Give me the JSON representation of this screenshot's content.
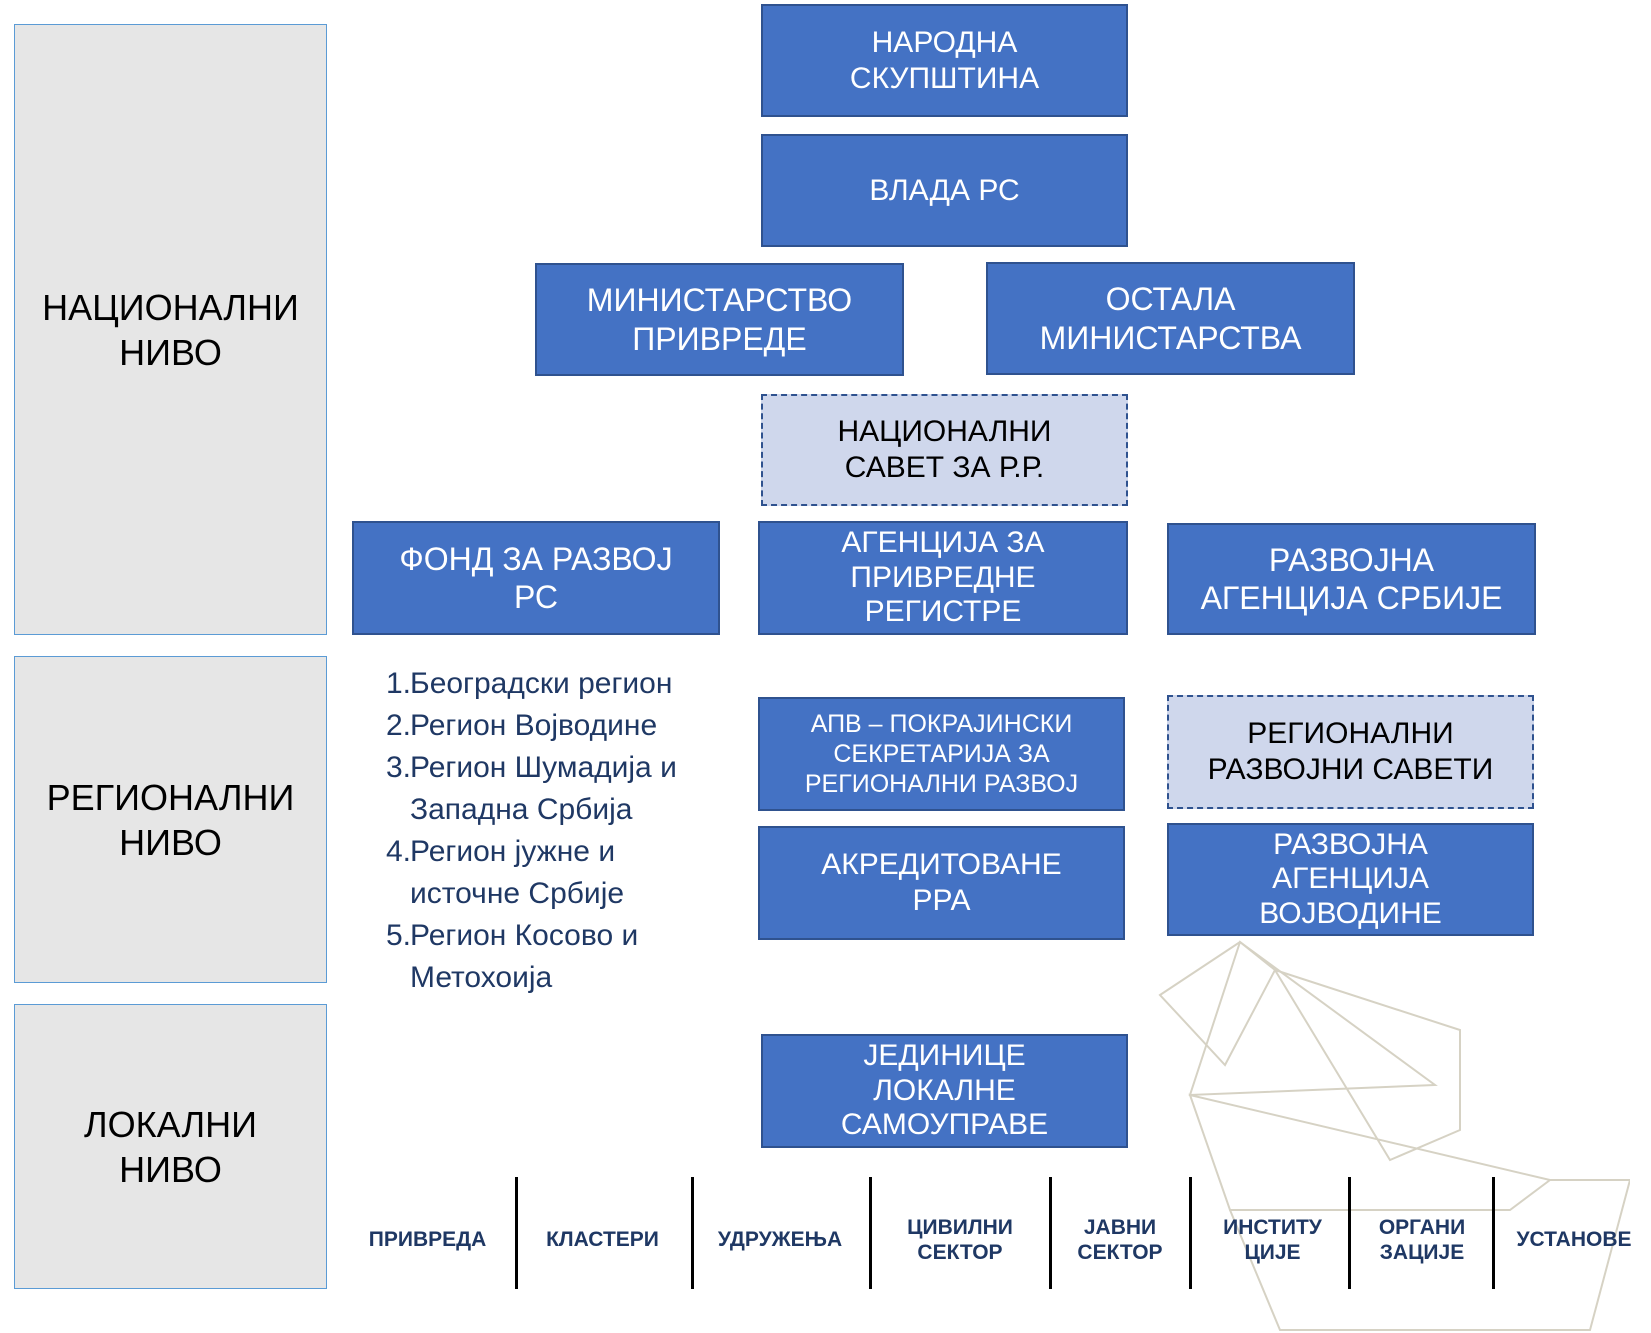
{
  "levels": {
    "national": "НАЦИОНАЛНИ\nНИВО",
    "regional": "РЕГИОНАЛНИ\nНИВО",
    "local": "ЛОКАЛНИ\nНИВО"
  },
  "nodes": {
    "parliament": "НАРОДНА\nСКУПШТИНА",
    "government": "ВЛАДА РС",
    "ministry_economy": "МИНИСТАРСТВО\nПРИВРЕДЕ",
    "other_ministries": "ОСТАЛА\nМИНИСТАРСТВА",
    "national_council": "НАЦИОНАЛНИ\nСАВЕТ ЗА Р.Р.",
    "development_fund": "ФОНД ЗА РАЗВОЈ\nРС",
    "business_registers_agency": "АГЕНЦИЈА ЗА\nПРИВРЕДНЕ\nРЕГИСТРЕ",
    "development_agency_serbia": "РАЗВОЈНА\nАГЕНЦИЈА СРБИЈЕ",
    "apv_secretariat": "АПВ – ПОКРАЈИНСКИ\nСЕКРЕТАРИЈА ЗА\nРЕГИОНАЛНИ  РАЗВОЈ",
    "regional_councils": "РЕГИОНАЛНИ\nРАЗВОЈНИ САВЕТИ",
    "accredited_rda": "АКРЕДИТОВАНЕ\nРРА",
    "development_agency_vojvodina": "РАЗВОЈНА\nАГЕНЦИЈА\nВОЈВОДИНЕ",
    "local_self_government": "ЈЕДИНИЦЕ\nЛОКАЛНЕ\nСАМОУПРАВЕ"
  },
  "regions": [
    {
      "num": "1.",
      "text": "Београдски регион"
    },
    {
      "num": "2.",
      "text": "Регион Војводине"
    },
    {
      "num": "3.",
      "text": "Регион Шумадија  и\nЗападна Србија"
    },
    {
      "num": "4.",
      "text": "Регион јужне и\nисточне Србије"
    },
    {
      "num": "5.",
      "text": "Регион Косово и\nМетохоија"
    }
  ],
  "sectors": [
    "ПРИВРЕДА",
    "КЛАСТЕРИ",
    "УДРУЖЕЊА",
    "ЦИВИЛНИ\nСЕКТОР",
    "ЈАВНИ\nСЕКТОР",
    "ИНСТИТУ\nЦИЈЕ",
    "ОРГАНИ\nЗАЦИЈЕ",
    "УСТАНОВЕ"
  ],
  "colors": {
    "box_fill": "#4472c4",
    "box_border": "#2f528f",
    "dashed_fill": "#cfd7ec",
    "level_fill": "#e6e6e6",
    "level_border": "#5b9bd5",
    "list_text": "#1f3864"
  }
}
